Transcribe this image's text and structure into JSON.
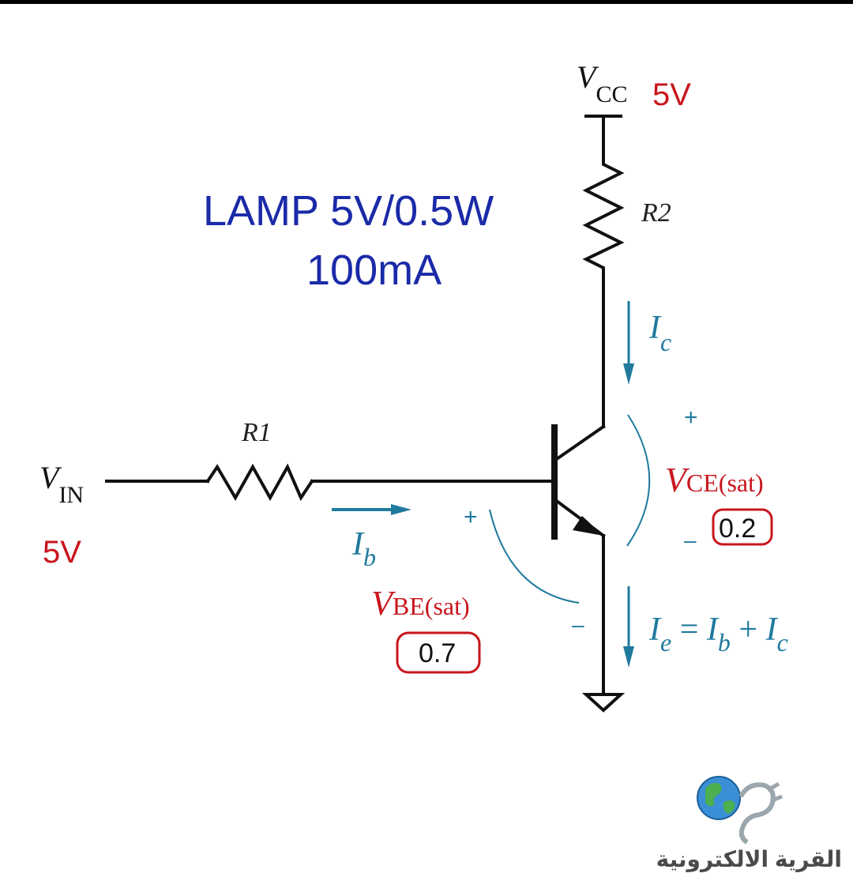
{
  "labels": {
    "vcc_v": "V",
    "vcc_sub": "CC",
    "vcc_value": "5V",
    "r2": "R2",
    "r1": "R1",
    "vin_v": "V",
    "vin_sub": "IN",
    "vin_value": "5V",
    "lamp_line1": "LAMP 5V/0.5W",
    "lamp_line2": "100mA",
    "ic_i": "I",
    "ic_sub": "c",
    "ib_i": "I",
    "ib_sub": "b",
    "ie_i": "I",
    "ie_sub": "e",
    "ie_eq": " = ",
    "ie_ib_i": "I",
    "ie_ib_sub": "b",
    "ie_plus": " + ",
    "ie_ic_i": "I",
    "ie_ic_sub": "c",
    "vce_v": "V",
    "vce_sub": "CE(sat)",
    "vce_value": "0.2",
    "vbe_v": "V",
    "vbe_sub": "BE(sat)",
    "vbe_value": "0.7",
    "plus": "+",
    "minus": "–",
    "logo_text": "القرية الالكترونية"
  },
  "colors": {
    "wire": "#111111",
    "accent_red": "#c8161d",
    "accent_blue": "#1f7a9e",
    "title_blue": "#1a2aa8"
  },
  "icons": {
    "logo": "globe-plug-icon"
  }
}
